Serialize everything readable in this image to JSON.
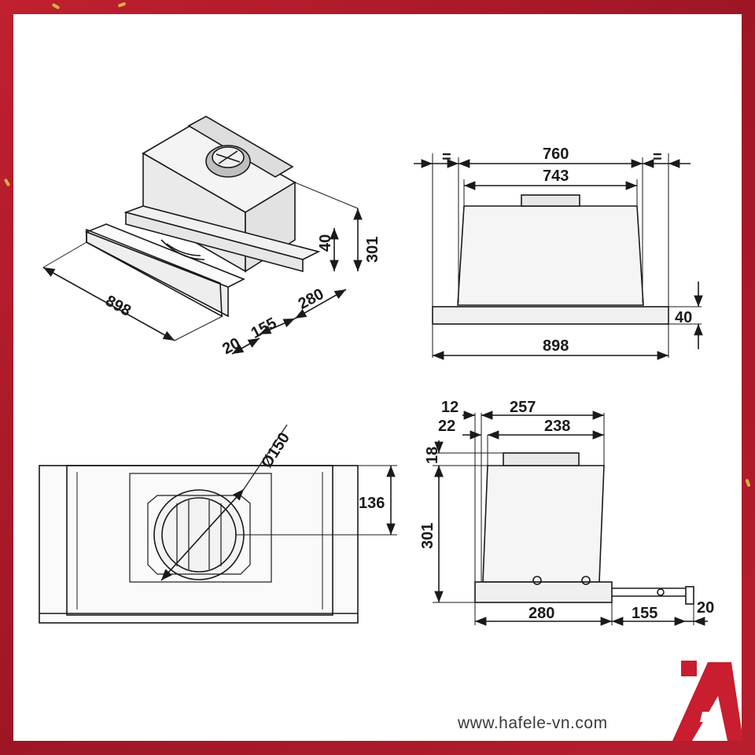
{
  "brand": {
    "website": "www.hafele-vn.com",
    "logo_letter": "A",
    "accent": "#c81e2f"
  },
  "colors": {
    "frame": "#a81c2c",
    "line": "#1a1a1a",
    "sheet": "#ffffff"
  },
  "iso_view": {
    "width": "898",
    "height": "301",
    "trim": "40",
    "depth": "280",
    "drawer": "155",
    "front": "20"
  },
  "front_view": {
    "between_eq": "=",
    "between_eq_right": "=",
    "overall_top": "760",
    "inner_top": "743",
    "width": "898",
    "trim": "40"
  },
  "bottom_view": {
    "duct": "Ø150",
    "duct_offset": "136"
  },
  "side_view": {
    "d12": "12",
    "d257": "257",
    "d22": "22",
    "d238": "238",
    "d18": "18",
    "height": "301",
    "depth": "280",
    "drawer": "155",
    "front": "20"
  }
}
